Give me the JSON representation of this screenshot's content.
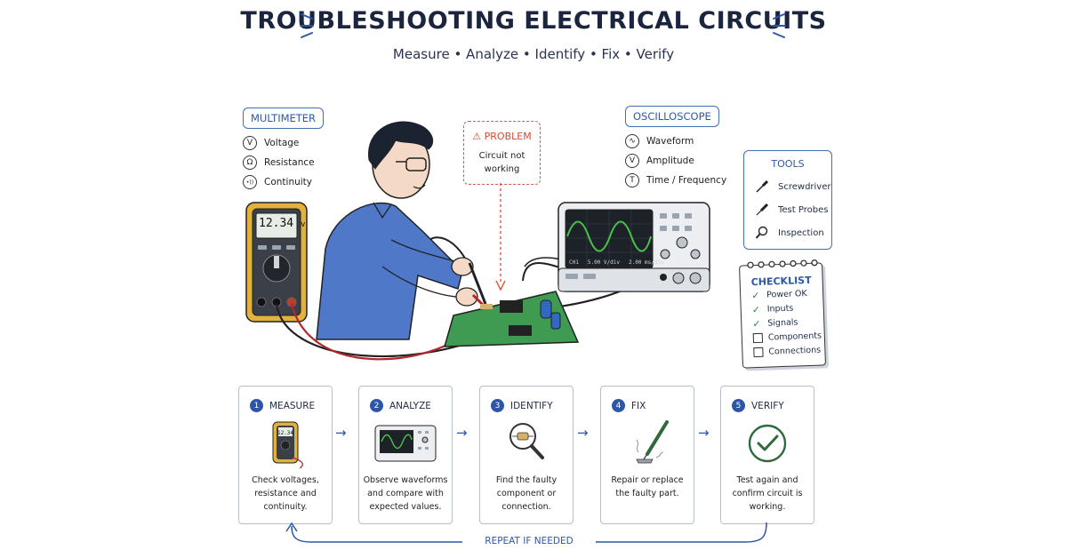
{
  "header": {
    "title": "TROUBLESHOOTING ELECTRICAL CIRCUITS",
    "subtitle": "Measure • Analyze • Identify • Fix • Verify"
  },
  "multimeter": {
    "label": "MULTIMETER",
    "items": [
      {
        "symbol": "V",
        "label": "Voltage"
      },
      {
        "symbol": "Ω",
        "label": "Resistance"
      },
      {
        "symbol": "•))",
        "label": "Continuity"
      }
    ],
    "display": "12.34",
    "unit": "v"
  },
  "problem": {
    "heading": "PROBLEM",
    "text_line1": "Circuit not",
    "text_line2": "working"
  },
  "oscilloscope": {
    "label": "OSCILLOSCOPE",
    "items": [
      {
        "symbol": "∿",
        "label": "Waveform"
      },
      {
        "symbol": "V",
        "label": "Amplitude"
      },
      {
        "symbol": "T",
        "label": "Time / Frequency"
      }
    ],
    "screen_ch": "CH1",
    "screen_volt": "5.00 V/div",
    "screen_time": "2.00 ms/div"
  },
  "tools": {
    "heading": "TOOLS",
    "items": [
      "Screwdriver",
      "Test Probes",
      "Inspection"
    ]
  },
  "checklist": {
    "heading": "CHECKLIST",
    "items": [
      {
        "label": "Power OK",
        "checked": true
      },
      {
        "label": "Inputs",
        "checked": true
      },
      {
        "label": "Signals",
        "checked": true
      },
      {
        "label": "Components",
        "checked": false
      },
      {
        "label": "Connections",
        "checked": false
      }
    ]
  },
  "steps": [
    {
      "number": "1",
      "title": "MEASURE",
      "desc_line1": "Check voltages,",
      "desc_line2": "resistance and",
      "desc_line3": "continuity."
    },
    {
      "number": "2",
      "title": "ANALYZE",
      "desc_line1": "Observe waveforms",
      "desc_line2": "and compare with",
      "desc_line3": "expected values."
    },
    {
      "number": "3",
      "title": "IDENTIFY",
      "desc_line1": "Find the faulty",
      "desc_line2": "component or",
      "desc_line3": "connection."
    },
    {
      "number": "4",
      "title": "FIX",
      "desc_line1": "Repair or replace",
      "desc_line2": "the faulty part.",
      "desc_line3": ""
    },
    {
      "number": "5",
      "title": "VERIFY",
      "desc_line1": "Test again and",
      "desc_line2": "confirm circuit is",
      "desc_line3": "working."
    }
  ],
  "step1_meter_display": "12.34",
  "repeat_label": "REPEAT IF NEEDED",
  "colors": {
    "accent_blue": "#2c57a8",
    "problem_red": "#d24a2f",
    "board_green": "#3f9a52",
    "meter_yellow": "#e2b23c",
    "wave_green": "#48c24a"
  }
}
